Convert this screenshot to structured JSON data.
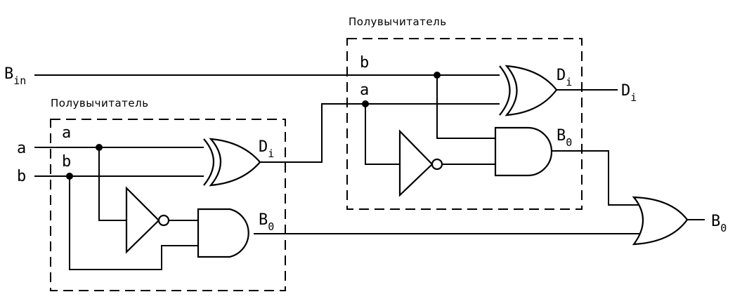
{
  "left_block": {
    "title": "Полувычитатель",
    "pin_a": "a",
    "pin_b": "b",
    "out_d": "D",
    "out_d_sub": "i",
    "out_b": "B",
    "out_b_sub": "0"
  },
  "right_block": {
    "title": "Полувычитатель",
    "pin_b": "b",
    "pin_a": "a",
    "out_d": "D",
    "out_d_sub": "i",
    "out_b": "B",
    "out_b_sub": "0"
  },
  "external": {
    "in_bin": "B",
    "in_bin_sub": "in",
    "in_a": "a",
    "in_b": "b",
    "out_d": "D",
    "out_d_sub": "i",
    "out_b": "B",
    "out_b_sub": "0"
  }
}
